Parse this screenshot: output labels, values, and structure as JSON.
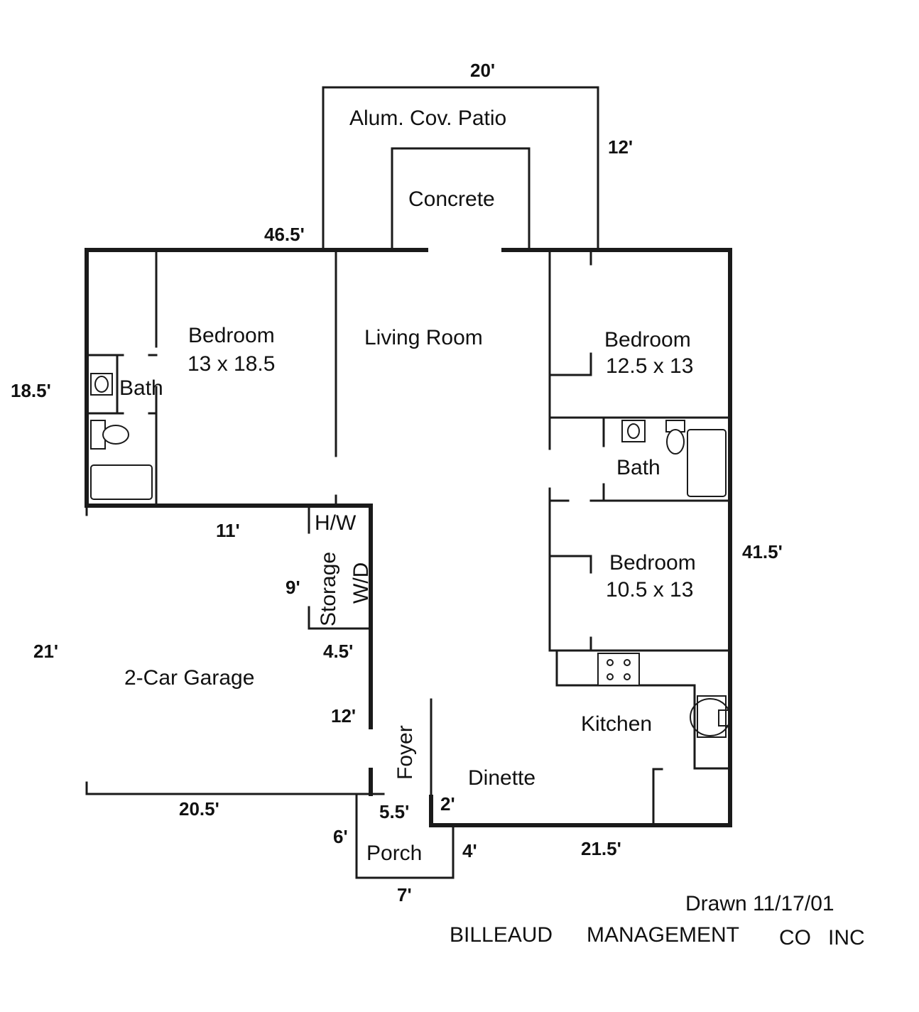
{
  "rooms": {
    "patio": "Alum. Cov. Patio",
    "concrete": "Concrete",
    "living_room": "Living Room",
    "bedroom_left": {
      "name": "Bedroom",
      "size": "13 x 18.5"
    },
    "bath_left": "Bath",
    "bedroom_right_top": {
      "name": "Bedroom",
      "size": "12.5 x 13"
    },
    "bath_right": "Bath",
    "bedroom_right_bottom": {
      "name": "Bedroom",
      "size": "10.5 x 13"
    },
    "hw": "H/W",
    "storage": "Storage",
    "wd": "W/D",
    "garage": "2-Car Garage",
    "kitchen": "Kitchen",
    "foyer": "Foyer",
    "dinette": "Dinette",
    "porch": "Porch"
  },
  "dimensions": {
    "patio_width": "20'",
    "patio_depth": "12'",
    "top_wall": "46.5'",
    "left_bedroom_depth": "18.5'",
    "garage_top": "11'",
    "storage_depth": "9'",
    "garage_depth": "21'",
    "foyer_offset": "4.5'",
    "garage_wall": "12'",
    "garage_width": "20.5'",
    "porch_opening": "5.5'",
    "dinette_offset": "2'",
    "porch_depth": "6'",
    "porch_side": "4'",
    "porch_width": "7'",
    "bottom_right": "21.5'",
    "right_wall": "41.5'"
  },
  "footer": {
    "drawn": "Drawn 11/17/01",
    "company_1": "BILLEAUD",
    "company_2": "MANAGEMENT",
    "company_3": "CO",
    "company_4": "INC"
  }
}
